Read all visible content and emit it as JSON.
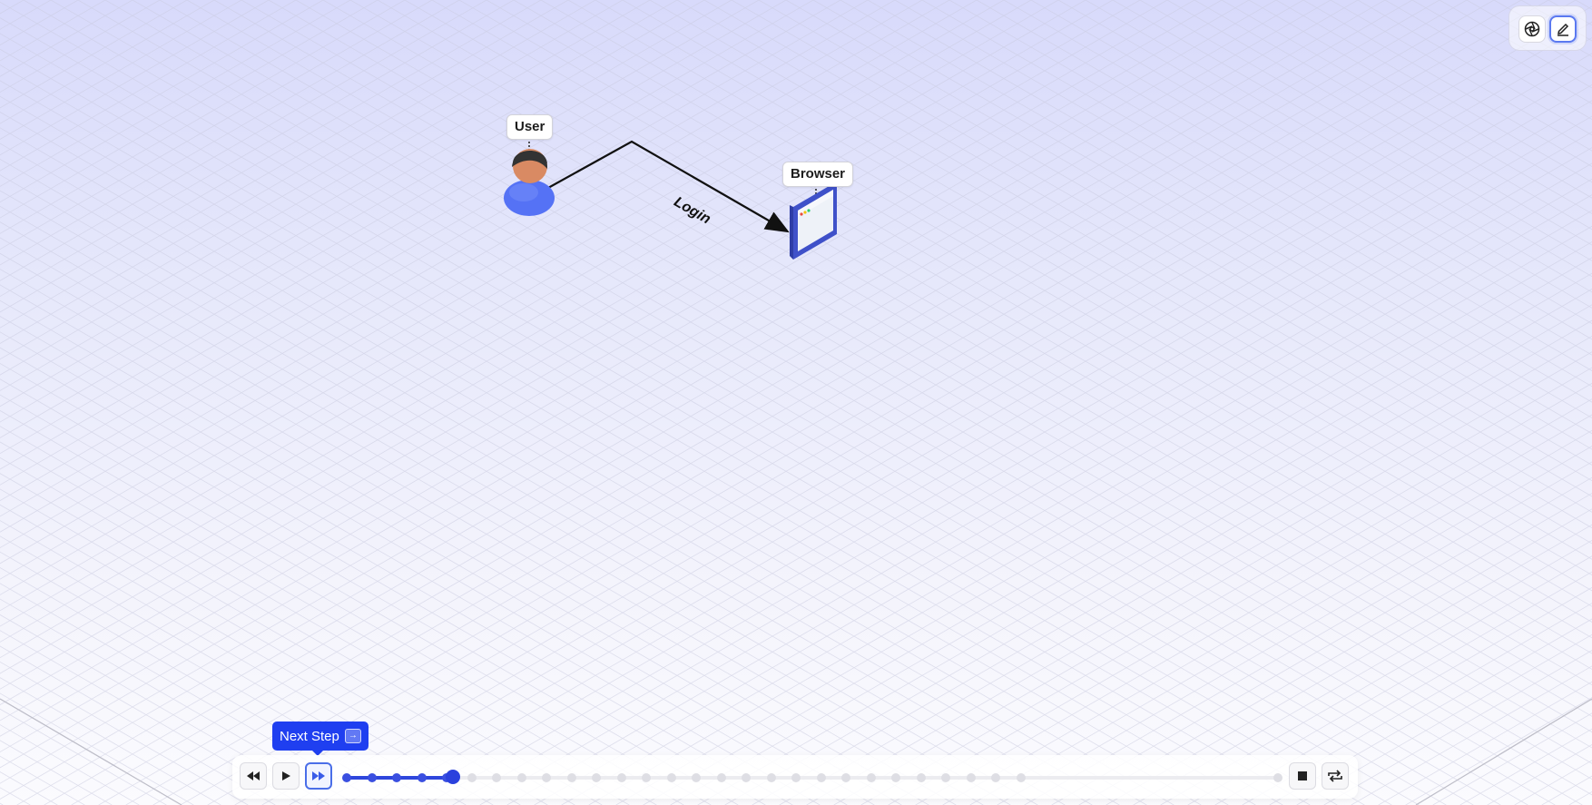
{
  "canvas": {
    "nodes": [
      {
        "id": "user",
        "label": "User",
        "icon": "person-icon"
      },
      {
        "id": "browser",
        "label": "Browser",
        "icon": "browser-window-icon"
      }
    ],
    "edges": [
      {
        "from": "user",
        "to": "browser",
        "label": "Login"
      }
    ]
  },
  "toolbar": {
    "focus_icon": "focus-icon",
    "edit_icon": "pencil-icon"
  },
  "player": {
    "rewind_icon": "rewind-icon",
    "play_icon": "play-icon",
    "next_icon": "fast-forward-icon",
    "stop_icon": "stop-icon",
    "loop_icon": "loop-icon",
    "total_steps": 28,
    "current_step": 5,
    "active_steps": 5
  },
  "tooltip": {
    "text": "Next Step",
    "key": "→"
  },
  "colors": {
    "accent": "#2b41dd",
    "tooltip_bg": "#1f3ff0"
  }
}
